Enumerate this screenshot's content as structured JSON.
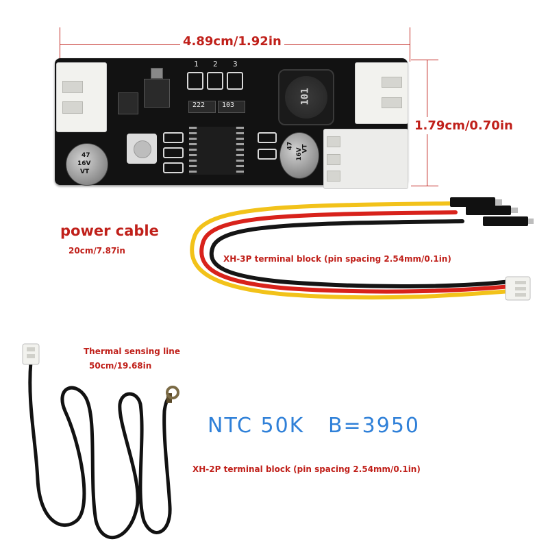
{
  "labels": {
    "board_width": "4.89cm/1.92in",
    "board_height": "1.79cm/0.70in",
    "power_cable_title": "power cable",
    "power_cable_length": "20cm/7.87in",
    "xh3p": "XH-3P terminal block (pin spacing 2.54mm/0.1in)",
    "thermal_title": "Thermal sensing line",
    "thermal_length": "50cm/19.68in",
    "ntc_spec": "NTC 50K   B=3950",
    "xh2p": "XH-2P terminal block (pin spacing 2.54mm/0.1in)"
  },
  "board": {
    "silk_pins": [
      "1",
      "2",
      "3"
    ],
    "resistor_codes": [
      "222",
      "103"
    ],
    "inductor_code": "101",
    "capacitor_left": [
      "47",
      "16V",
      "VT"
    ],
    "capacitor_right": [
      "47",
      "16V",
      "VT"
    ]
  },
  "colors": {
    "label_red": "#c0201a",
    "ntc_blue": "#2f80d8",
    "pcb": "#121212",
    "wire_yellow": "#f2c21a",
    "wire_red": "#d8221b",
    "wire_black": "#151515"
  }
}
